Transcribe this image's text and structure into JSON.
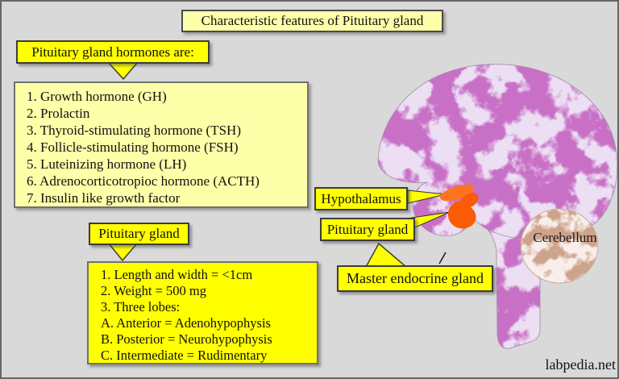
{
  "title": "Characteristic features of Pituitary gland",
  "hormones_callout": {
    "label": "Pituitary gland hormones are:"
  },
  "hormone_list": {
    "items": [
      "1. Growth hormone (GH)",
      "2. Prolactin",
      "3. Thyroid-stimulating hormone (TSH)",
      "4. Follicle-stimulating hormone (FSH)",
      "5. Luteinizing hormone (LH)",
      "6. Adrenocorticotropioc hormone (ACTH)",
      "7. Insulin like growth factor"
    ]
  },
  "pituitary_callout": {
    "label": "Pituitary gland"
  },
  "details_box": {
    "items": [
      "1. Length and width = <1cm",
      "2. Weight = 500 mg",
      "3. Three lobes:",
      "A. Anterior = Adenohypophysis",
      "B. Posterior = Neurohypophysis",
      "C. Intermediate = Rudimentary"
    ]
  },
  "labels": {
    "hypothalamus": "Hypothalamus",
    "pituitary": "Pituitary gland",
    "master": "Master endocrine gland",
    "cerebellum": "Cerebellum"
  },
  "watermark": "labpedia.net",
  "colors": {
    "background": "#d9d9d9",
    "pale_yellow": "#feffa9",
    "bright_yellow": "#ffff00",
    "brain_purple": "#943c94",
    "brain_base": "#ecdff4",
    "cerebellum_brown": "#9f5d42",
    "cerebellum_base": "#f8efec",
    "gland_orange": "#fb6a14"
  }
}
